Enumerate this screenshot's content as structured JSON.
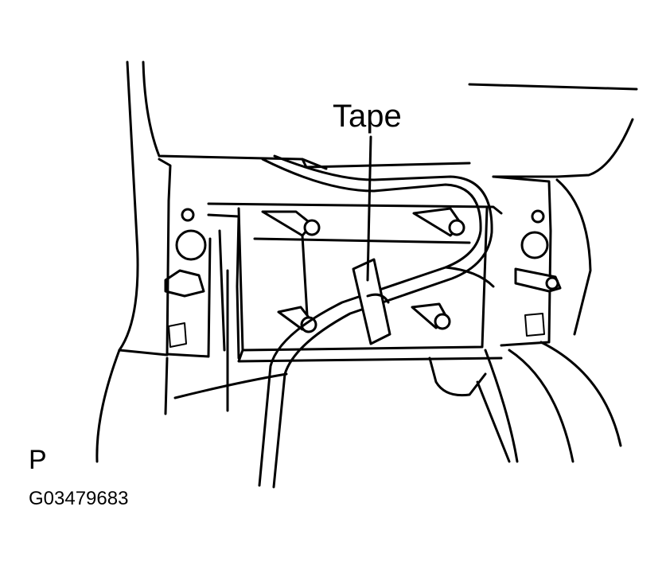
{
  "diagram": {
    "callout": "Tape",
    "view_letter": "P",
    "figure_code": "G03479683"
  }
}
